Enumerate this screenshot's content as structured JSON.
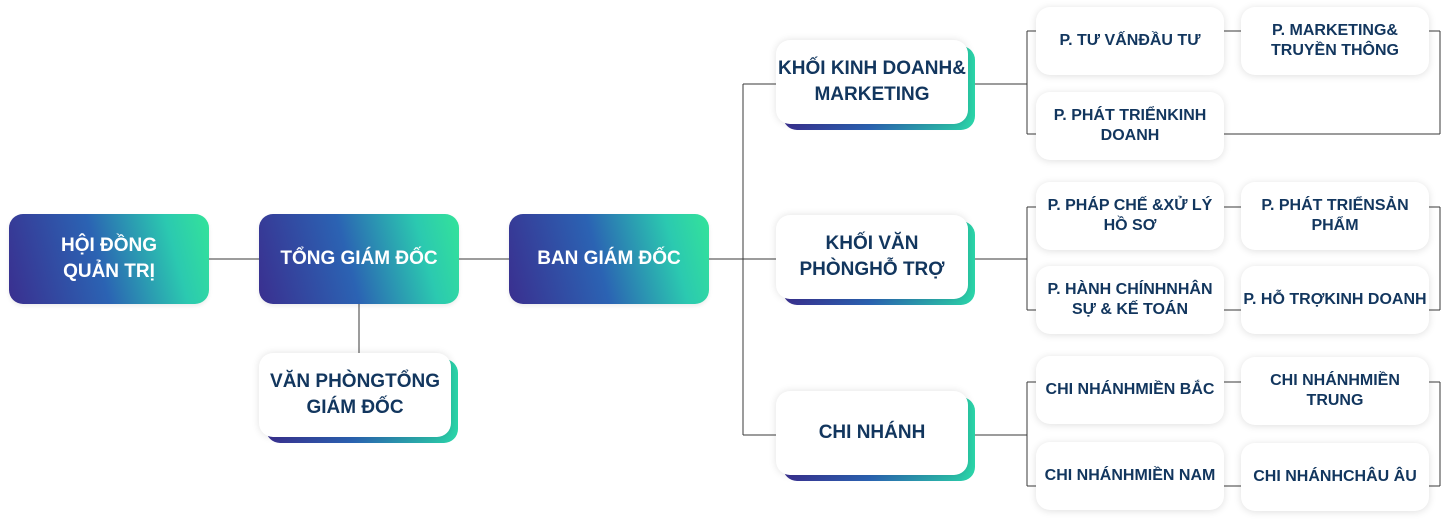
{
  "main": {
    "board": [
      "HỘI ĐỒNG",
      "QUẢN TRỊ"
    ],
    "ceo": [
      "TỔNG GIÁM ĐỐC"
    ],
    "directors": [
      "BAN GIÁM ĐỐC"
    ],
    "ceo_office": [
      "VĂN PHÒNG",
      "TỔNG GIÁM ĐỐC"
    ]
  },
  "blocks": {
    "business": [
      "KHỐI KINH DOANH",
      "& MARKETING"
    ],
    "office": [
      "KHỐI VĂN PHÒNG",
      "HỖ TRỢ"
    ],
    "branches": [
      "CHI NHÁNH"
    ]
  },
  "units": {
    "invest": [
      "P. TƯ VẤN",
      "ĐẦU TƯ"
    ],
    "marketing": [
      "P. MARKETING",
      "& TRUYỀN THÔNG"
    ],
    "bizdev": [
      "P. PHÁT TRIỂN",
      "KINH DOANH"
    ],
    "legal": [
      "P. PHÁP CHẾ &",
      "XỬ LÝ HỒ SƠ"
    ],
    "product": [
      "P. PHÁT TRIỂN",
      "SẢN PHẨM"
    ],
    "admin": [
      "P. HÀNH CHÍNH",
      "NHÂN SỰ & KẾ TOÁN"
    ],
    "support": [
      "P. HỖ TRỢ",
      "KINH DOANH"
    ],
    "north": [
      "CHI NHÁNH",
      "MIỀN BẮC"
    ],
    "central": [
      "CHI NHÁNH",
      "MIỀN TRUNG"
    ],
    "south": [
      "CHI NHÁNH",
      "MIỀN NAM"
    ],
    "europe": [
      "CHI NHÁNH",
      "CHÂU ÂU"
    ]
  },
  "colors": {
    "navy_text": "#12365e",
    "gradient_start": "#3a2f8f",
    "gradient_mid": "#2b63b3",
    "gradient_end": "#34e39a",
    "connector": "#3a3a3a"
  }
}
